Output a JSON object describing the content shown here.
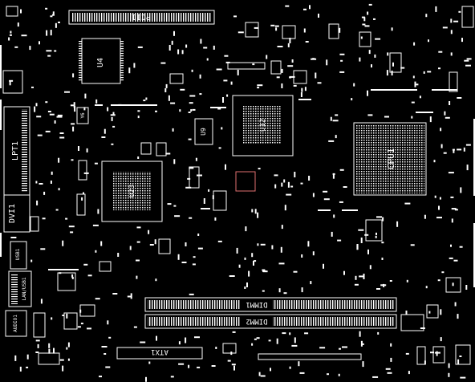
{
  "labels": {
    "pci1": "PCI1",
    "u4": "U4",
    "lpt1": "LPT1",
    "dvi1": "DVI1",
    "u23": "U23",
    "u9": "U9",
    "u12": "U12",
    "cpu1": "CPU1",
    "dimm1": "DIMM1",
    "dimm2": "DIMM2",
    "atx1": "ATX1",
    "usb1": "USB1",
    "lanusb1": "LAN/USB1",
    "audio1": "AUDIO1",
    "y6": "Y6"
  },
  "colors": {
    "background": "#000000",
    "silkscreen": "#ffffff",
    "probe": "#e07070"
  }
}
